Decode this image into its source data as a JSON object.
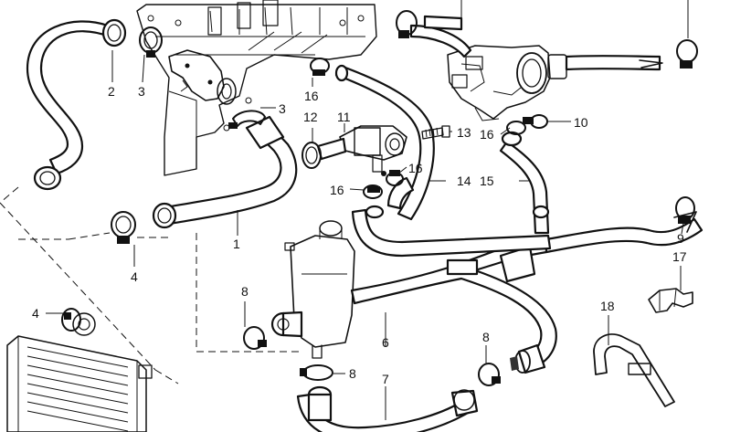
{
  "diagram": {
    "callouts": {
      "c1": "1",
      "c2": "2",
      "c3a": "3",
      "c3b": "3",
      "c4a": "4",
      "c4b": "4",
      "c6": "6",
      "c7": "7",
      "c8a": "8",
      "c8b": "8",
      "c8c": "8",
      "c9": "9",
      "c10": "10",
      "c11": "11",
      "c12": "12",
      "c13": "13",
      "c14": "14",
      "c15": "15",
      "c16a": "16",
      "c16b": "16",
      "c16c": "16",
      "c16d": "16",
      "c17": "17",
      "c18": "18"
    }
  }
}
